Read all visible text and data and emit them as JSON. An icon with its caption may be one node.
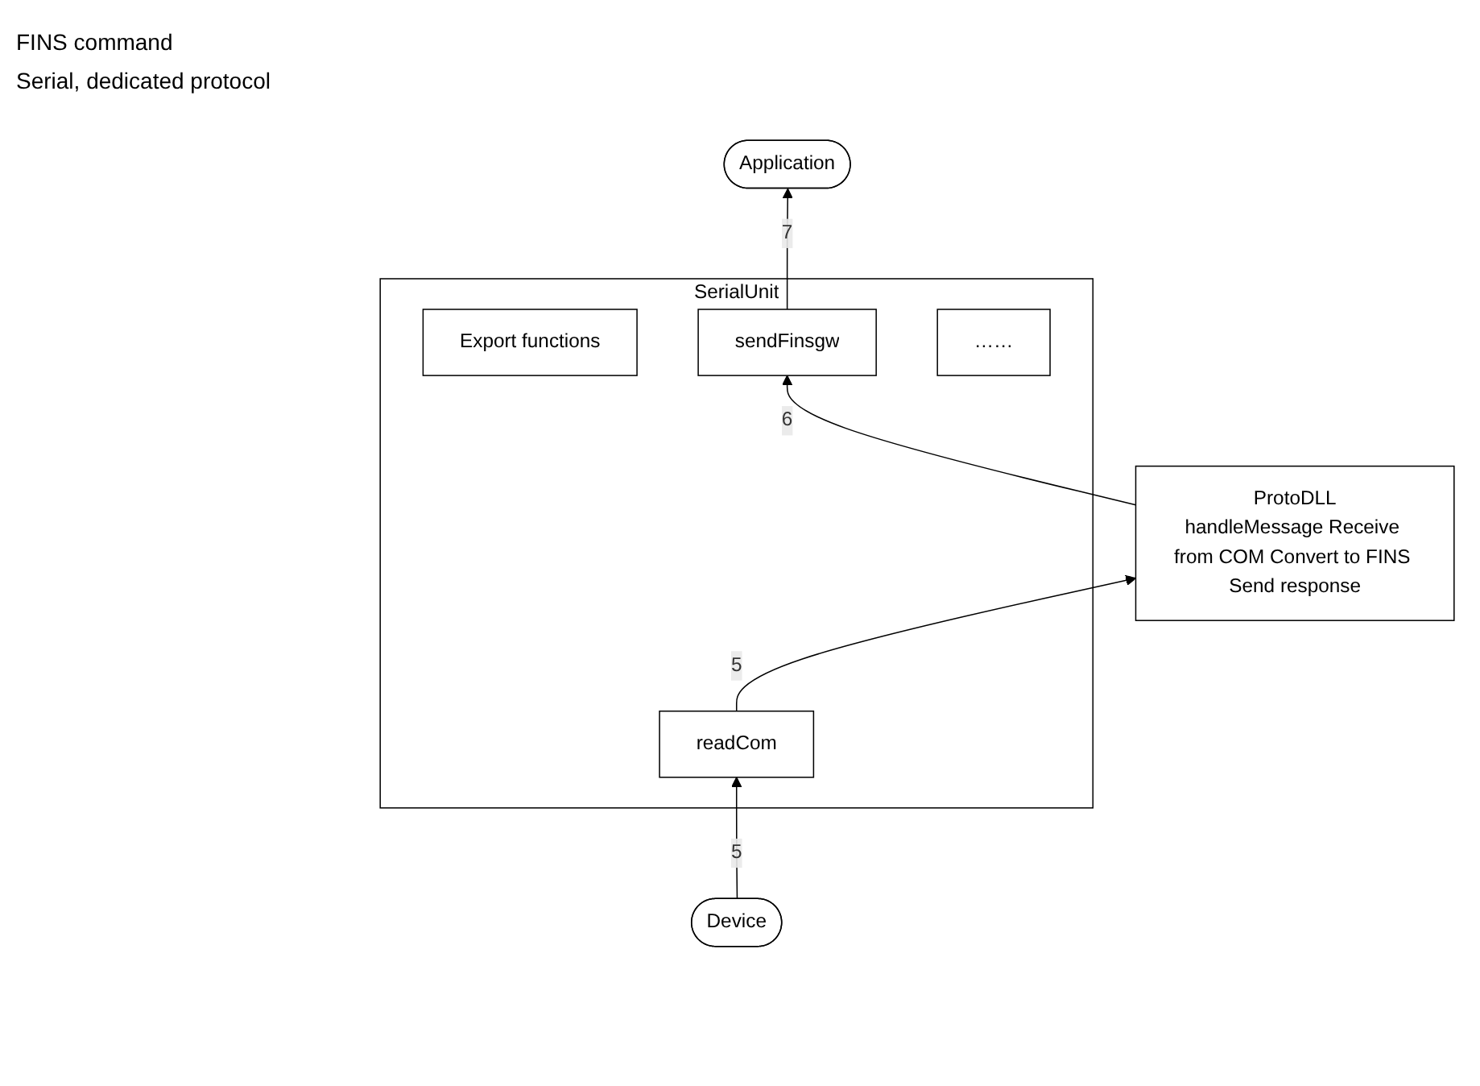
{
  "diagram": {
    "nodes": [
      {
        "text": [
          "Application"
        ]
      },
      {
        "text": [
          "SerialUnit"
        ]
      },
      {
        "text": [
          "Export functions"
        ],
        "in": 1
      },
      {
        "text": [
          "sendFinsgw"
        ],
        "in": 1
      },
      {
        "text": [
          "readCom"
        ],
        "in": 1
      },
      {
        "text": [
          "……"
        ],
        "in": 1
      },
      {
        "text": [
          "ProtoDLL",
          "handleMessage Receive from COM Convert to FINS Send response"
        ]
      },
      {
        "text": [
          "Device"
        ]
      }
    ],
    "edges": [
      {
        "from": 3,
        "to": 0,
        "arrow": "to",
        "label": "7"
      },
      {
        "from": 6,
        "to": 3,
        "arrow": "to",
        "label": "6"
      },
      {
        "from": 4,
        "to": 6,
        "arrow": "to",
        "label": "5"
      },
      {
        "from": 7,
        "to": 4,
        "arrow": "to",
        "label": "5"
      }
    ],
    "labels": [
      "FINS command",
      "Serial, dedicated protocol"
    ]
  }
}
